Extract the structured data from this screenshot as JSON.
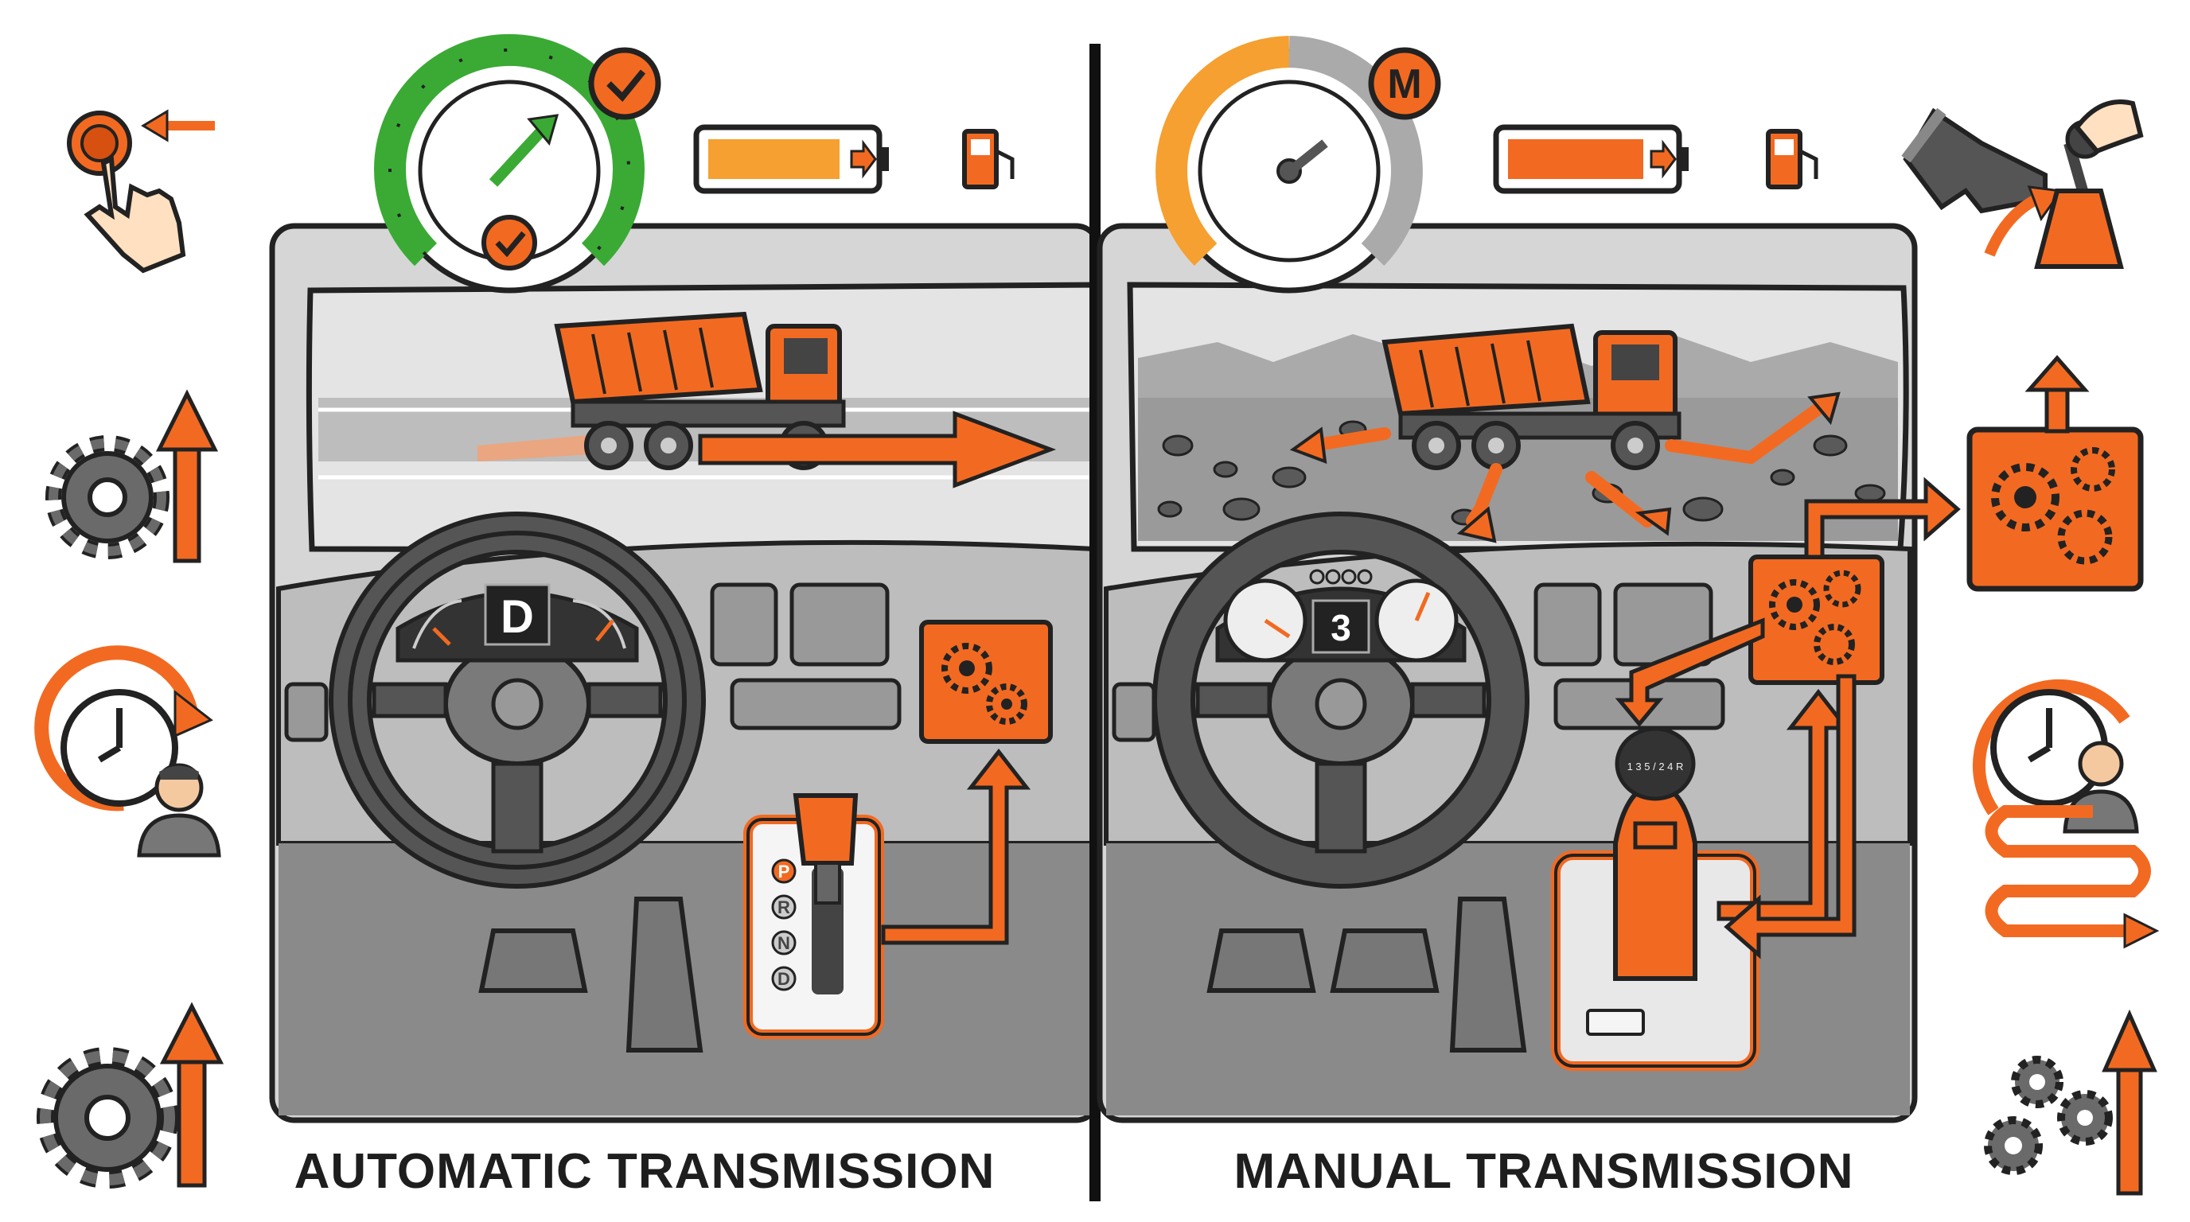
{
  "captions": {
    "automatic": "AUTOMATIC TRANSMISSION",
    "manual": "MANUAL TRANSMISSION"
  },
  "automatic_panel": {
    "gear_display": "D",
    "shifter_positions": [
      "P",
      "R",
      "N",
      "D"
    ],
    "gauge_status_icon": "checkmark-badge-icon"
  },
  "manual_panel": {
    "gear_display": "3",
    "gauge_badge": "M",
    "shift_pattern": "1 3 5 / 2 4 R"
  },
  "side_icons": {
    "left": [
      "push-button-hand-icon",
      "gear-up-arrow-icon",
      "clock-driver-icon",
      "gear-up-arrow-icon"
    ],
    "right": [
      "foot-pedal-and-lever-icon",
      "gearbox-up-arrow-icon",
      "clock-driver-winding-arrow-icon",
      "gears-up-arrow-icon"
    ]
  },
  "colors": {
    "accent": "#f26a21",
    "gauge_green": "#3aaa35",
    "outline": "#222222",
    "dash_gray": "#8a8a8a",
    "panel_gray": "#d4d4d4"
  }
}
